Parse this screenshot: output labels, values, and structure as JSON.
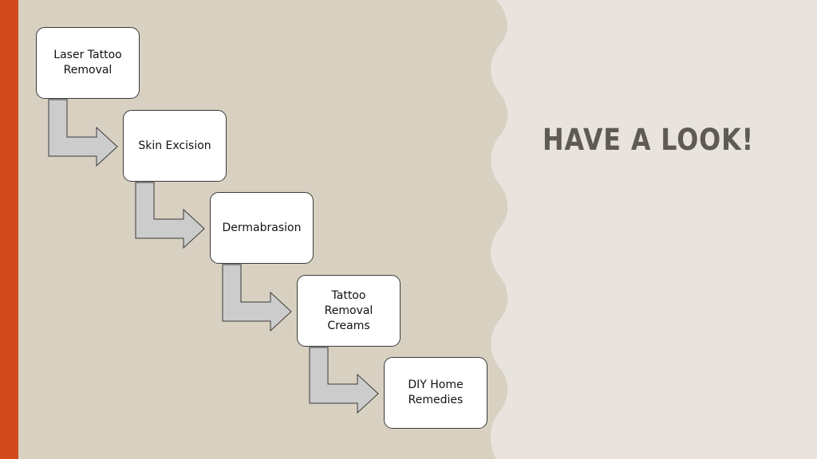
{
  "slide": {
    "title": "HAVE A LOOK!",
    "steps": [
      {
        "label": "Laser Tattoo Removal"
      },
      {
        "label": "Skin Excision"
      },
      {
        "label": "Dermabrasion"
      },
      {
        "label": "Tattoo\nRemoval\nCreams"
      },
      {
        "label": "DIY Home Remedies"
      }
    ]
  },
  "colors": {
    "accent_bar": "#d24a1c",
    "left_panel": "#d8d0c1",
    "right_panel": "#e8e3dd",
    "title": "#5f5a56",
    "arrow_fill": "#cccccc",
    "arrow_stroke": "#3a3a3a",
    "box_fill": "#ffffff",
    "box_stroke": "#3a3a3a"
  }
}
